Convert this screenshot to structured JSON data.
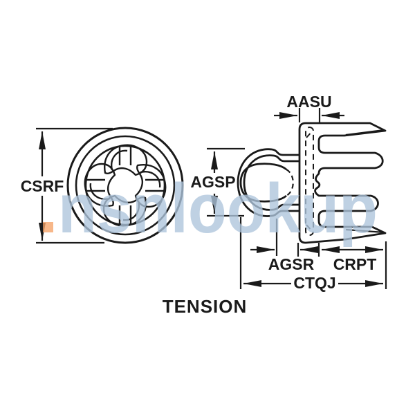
{
  "drawing": {
    "caption": "TENSION",
    "line_color": "#1a1a1a",
    "background": "#ffffff",
    "labels": {
      "csrf": "CSRF",
      "aasu": "AASU",
      "agsp": "AGSP",
      "agsr": "AGSR",
      "crpt": "CRPT",
      "ctqj": "CTQJ"
    }
  },
  "watermark": {
    "text": "nsnlookup",
    "text_color": "#AEC5DC",
    "dot_color": "#F5A469"
  }
}
